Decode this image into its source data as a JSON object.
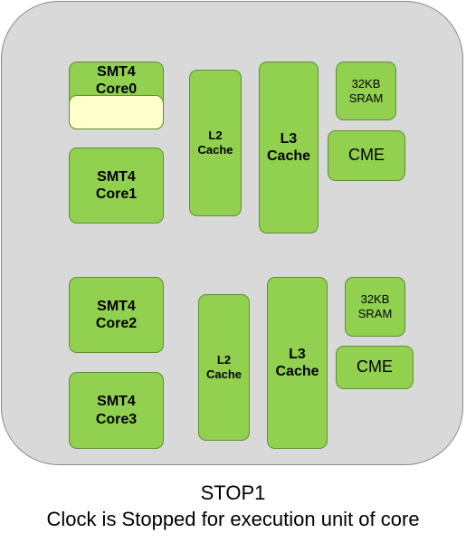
{
  "diagram": {
    "blocks": {
      "core0": "SMT4\nCore0",
      "core1": "SMT4\nCore1",
      "core2": "SMT4\nCore2",
      "core3": "SMT4\nCore3",
      "l2_top": "L2\nCache",
      "l3_top": "L3\nCache",
      "sram_top": "32KB\nSRAM",
      "cme_top": "CME",
      "l2_bottom": "L2\nCache",
      "l3_bottom": "L3\nCache",
      "sram_bottom": "32KB\nSRAM",
      "cme_bottom": "CME"
    },
    "caption": {
      "title": "STOP1",
      "subtitle": "Clock is Stopped for execution unit of core"
    },
    "colors": {
      "chip_bg": "#d9d9d9",
      "block_green": "#92d050",
      "stopped_unit": "#ffffcc"
    }
  }
}
